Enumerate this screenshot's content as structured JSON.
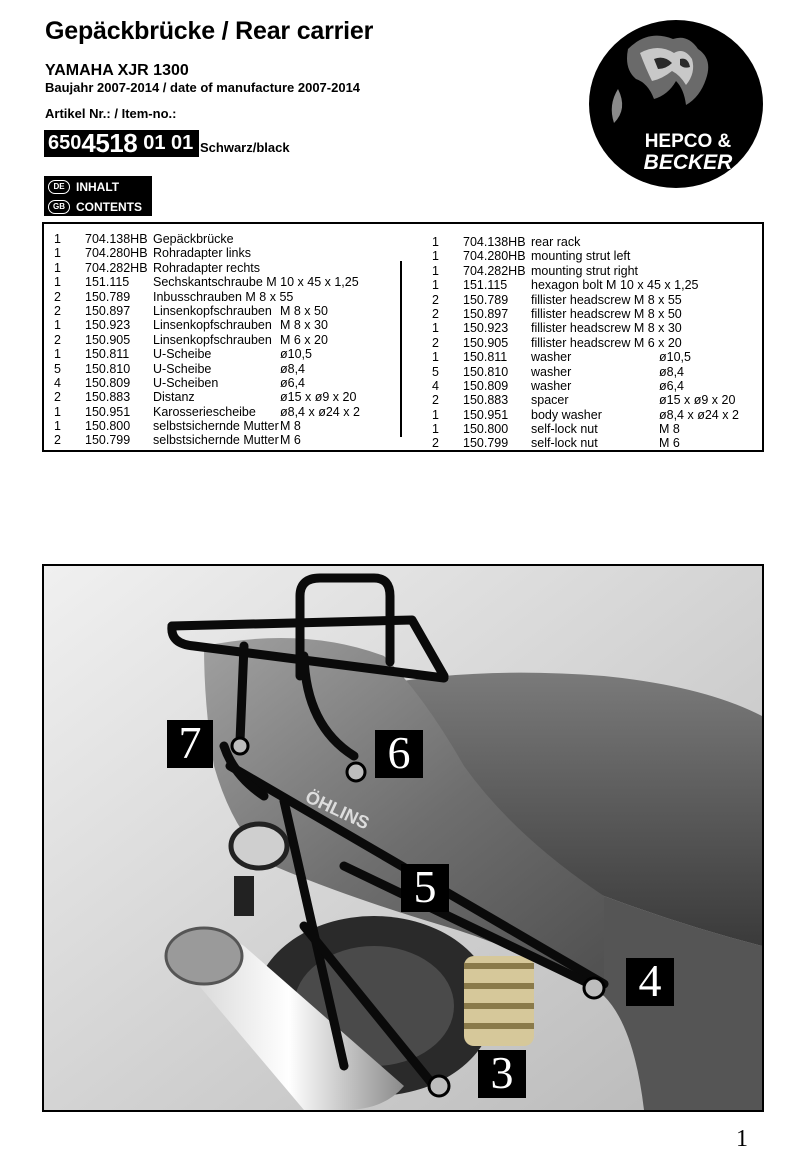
{
  "header": {
    "title": "Gepäckbrücke / Rear carrier",
    "model": "YAMAHA XJR 1300",
    "years": "Baujahr 2007-2014 / date of manufacture 2007-2014",
    "article_label": "Artikel Nr.: / Item-no.:",
    "article_prefix": "650",
    "article_main": "4518",
    "article_suffix": "01 01",
    "color": "Schwarz/black"
  },
  "contents": {
    "de_flag": "DE",
    "de_label": "INHALT",
    "gb_flag": "GB",
    "gb_label": "CONTENTS"
  },
  "logo": {
    "line1": "HEPCO &",
    "line2": "BECKER"
  },
  "parts_de": [
    {
      "qty": "1",
      "num": "704.138HB",
      "desc": "Gepäckbrücke",
      "size": ""
    },
    {
      "qty": "1",
      "num": "704.280HB",
      "desc": "Rohradapter links",
      "size": ""
    },
    {
      "qty": "1",
      "num": "704.282HB",
      "desc": "Rohradapter rechts",
      "size": ""
    },
    {
      "qty": "1",
      "num": "151.115",
      "desc": "Sechskantschraube M 10 x 45 x 1,25",
      "size": ""
    },
    {
      "qty": "2",
      "num": "150.789",
      "desc": "Inbusschrauben M 8 x 55",
      "size": ""
    },
    {
      "qty": "2",
      "num": "150.897",
      "desc": "Linsenkopfschrauben",
      "size": "M 8 x 50"
    },
    {
      "qty": "1",
      "num": "150.923",
      "desc": "Linsenkopfschrauben",
      "size": "M 8 x 30"
    },
    {
      "qty": "2",
      "num": "150.905",
      "desc": "Linsenkopfschrauben",
      "size": "M 6 x 20"
    },
    {
      "qty": "1",
      "num": "150.811",
      "desc": "U-Scheibe",
      "size": "ø10,5"
    },
    {
      "qty": "5",
      "num": "150.810",
      "desc": "U-Scheibe",
      "size": "ø8,4"
    },
    {
      "qty": "4",
      "num": "150.809",
      "desc": "U-Scheiben",
      "size": "ø6,4"
    },
    {
      "qty": "2",
      "num": "150.883",
      "desc": "Distanz",
      "size": "ø15 x ø9 x 20"
    },
    {
      "qty": "1",
      "num": "150.951",
      "desc": "Karosseriescheibe",
      "size": "ø8,4 x ø24 x 2"
    },
    {
      "qty": "1",
      "num": "150.800",
      "desc": "selbstsichernde Mutter",
      "size": "M 8"
    },
    {
      "qty": "2",
      "num": "150.799",
      "desc": "selbstsichernde Mutter",
      "size": "M 6"
    }
  ],
  "parts_en": [
    {
      "qty": "1",
      "num": "704.138HB",
      "desc": "rear rack",
      "size": ""
    },
    {
      "qty": "1",
      "num": "704.280HB",
      "desc": "mounting strut left",
      "size": ""
    },
    {
      "qty": "1",
      "num": "704.282HB",
      "desc": "mounting strut right",
      "size": ""
    },
    {
      "qty": "1",
      "num": "151.115",
      "desc": "hexagon bolt M 10 x 45 x 1,25",
      "size": ""
    },
    {
      "qty": "2",
      "num": "150.789",
      "desc": "fillister headscrew M 8 x 55",
      "size": ""
    },
    {
      "qty": "2",
      "num": "150.897",
      "desc": "fillister headscrew M 8 x 50",
      "size": ""
    },
    {
      "qty": "1",
      "num": "150.923",
      "desc": "fillister headscrew M 8 x 30",
      "size": ""
    },
    {
      "qty": "2",
      "num": "150.905",
      "desc": "fillister headscrew M 6 x 20",
      "size": ""
    },
    {
      "qty": "1",
      "num": "150.811",
      "desc": "washer",
      "size": "ø10,5"
    },
    {
      "qty": "5",
      "num": "150.810",
      "desc": "washer",
      "size": "ø8,4"
    },
    {
      "qty": "4",
      "num": "150.809",
      "desc": "washer",
      "size": "ø6,4"
    },
    {
      "qty": "2",
      "num": "150.883",
      "desc": "spacer",
      "size": "ø15 x ø9 x 20"
    },
    {
      "qty": "1",
      "num": "150.951",
      "desc": "body washer",
      "size": "ø8,4 x ø24 x 2"
    },
    {
      "qty": "1",
      "num": "150.800",
      "desc": "self-lock nut",
      "size": "M 8"
    },
    {
      "qty": "2",
      "num": "150.799",
      "desc": "self-lock nut",
      "size": "M 6"
    }
  ],
  "photo": {
    "callout_7": "7",
    "callout_6": "6",
    "callout_5": "5",
    "callout_4": "4",
    "callout_3": "3",
    "brand_mark": "ÖHLINS"
  },
  "page_number": "1"
}
